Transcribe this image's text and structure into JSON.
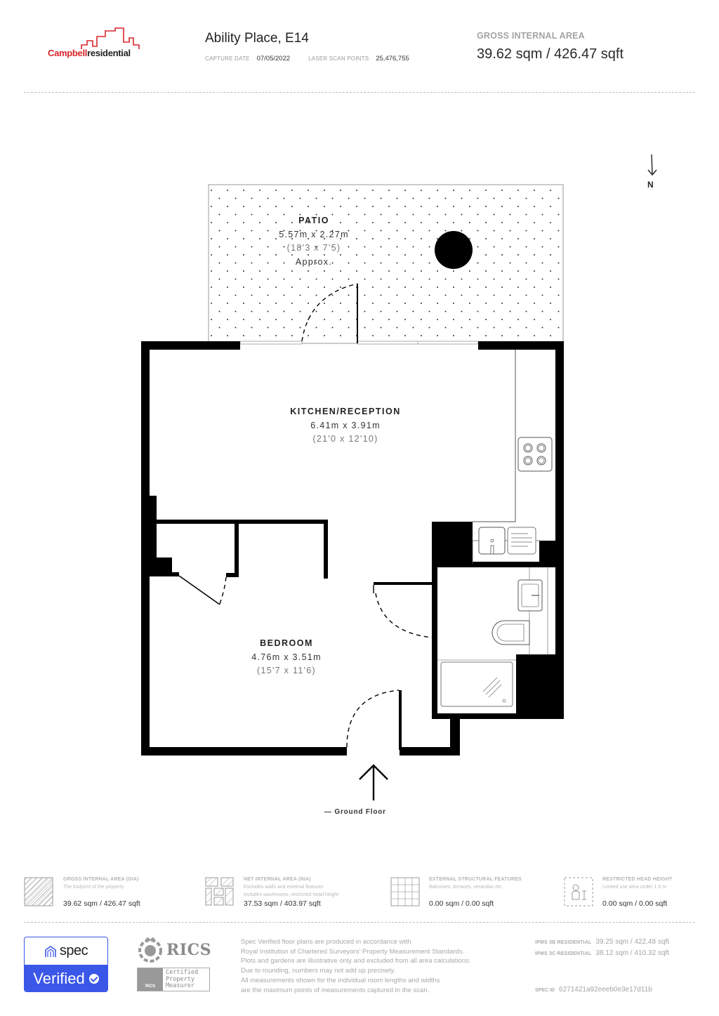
{
  "header": {
    "brand": {
      "part1": "Campbell",
      "part2": "residential",
      "brand_color": "#d9252b"
    },
    "title": "Ability Place, E14",
    "capture_date_label": "CAPTURE DATE",
    "capture_date": "07/05/2022",
    "laser_scan_label": "LASER SCAN POINTS",
    "laser_scan_points": "25,476,755",
    "gia_label": "GROSS INTERNAL AREA",
    "gia_value": "39.62 sqm / 426.47 sqft"
  },
  "compass": {
    "label": "N",
    "icon": "north-arrow-icon"
  },
  "floorplan": {
    "floor_label": "— Ground Floor",
    "rooms": {
      "patio": {
        "name": "PATIO",
        "metric": "5.57m x 2.27m",
        "imperial": "(18'3 x 7'5)",
        "note": "Approx."
      },
      "kitchen": {
        "name": "KITCHEN/RECEPTION",
        "metric": "6.41m x 3.91m",
        "imperial": "(21'0 x 12'10)"
      },
      "bedroom": {
        "name": "BEDROOM",
        "metric": "4.76m x 3.51m",
        "imperial": "(15'7 x 11'6)"
      }
    },
    "entrance_icon": "entrance-arrow-icon"
  },
  "legend": [
    {
      "title": "GROSS INTERNAL AREA (GIA)",
      "desc1": "The footprint of the property",
      "desc2": "",
      "value": "39.62 sqm / 426.47 sqft"
    },
    {
      "title": "NET INTERNAL AREA (NIA)",
      "desc1": "Excludes walls and external features",
      "desc2": "Includes washrooms, restricted head height",
      "value": "37.53 sqm / 403.97 sqft"
    },
    {
      "title": "EXTERNAL STRUCTURAL FEATURES",
      "desc1": "Balconies, terraces, verandas etc.",
      "desc2": "",
      "value": "0.00 sqm / 0.00 sqft"
    },
    {
      "title": "RESTRICTED HEAD HEIGHT",
      "desc1": "Limited use area under 1.5 m",
      "desc2": "",
      "value": "0.00 sqm / 0.00 sqft"
    }
  ],
  "footer": {
    "spec_badge": {
      "word": "spec",
      "verified": "Verified",
      "accent": "#3b57e8"
    },
    "rics": {
      "word": "RICS",
      "cert_small": "RICS",
      "cert_lines": [
        "Certified",
        "Property",
        "Measurer"
      ]
    },
    "disclaimer": [
      "Spec Verified floor plans are produced in accordance with",
      "Royal Institution of Chartered Surveyors' Property Measurement Standards.",
      "Plots and gardens are illustrative only and excluded from all area calculations.",
      "Due to rounding, numbers may not add up precisely.",
      "All measurements shown for the individual room lengths and widths",
      "are the maximum points of measurements captured in the scan."
    ],
    "ipms": [
      {
        "label": "IPMS 3B RESIDENTIAL",
        "value": "39.25 sqm / 422.48 sqft"
      },
      {
        "label": "IPMS 3C RESIDENTIAL",
        "value": "38.12 sqm / 410.32 sqft"
      }
    ],
    "spec_id_label": "SPEC ID",
    "spec_id": "6271421a92eeeb0e3e17d11b"
  }
}
